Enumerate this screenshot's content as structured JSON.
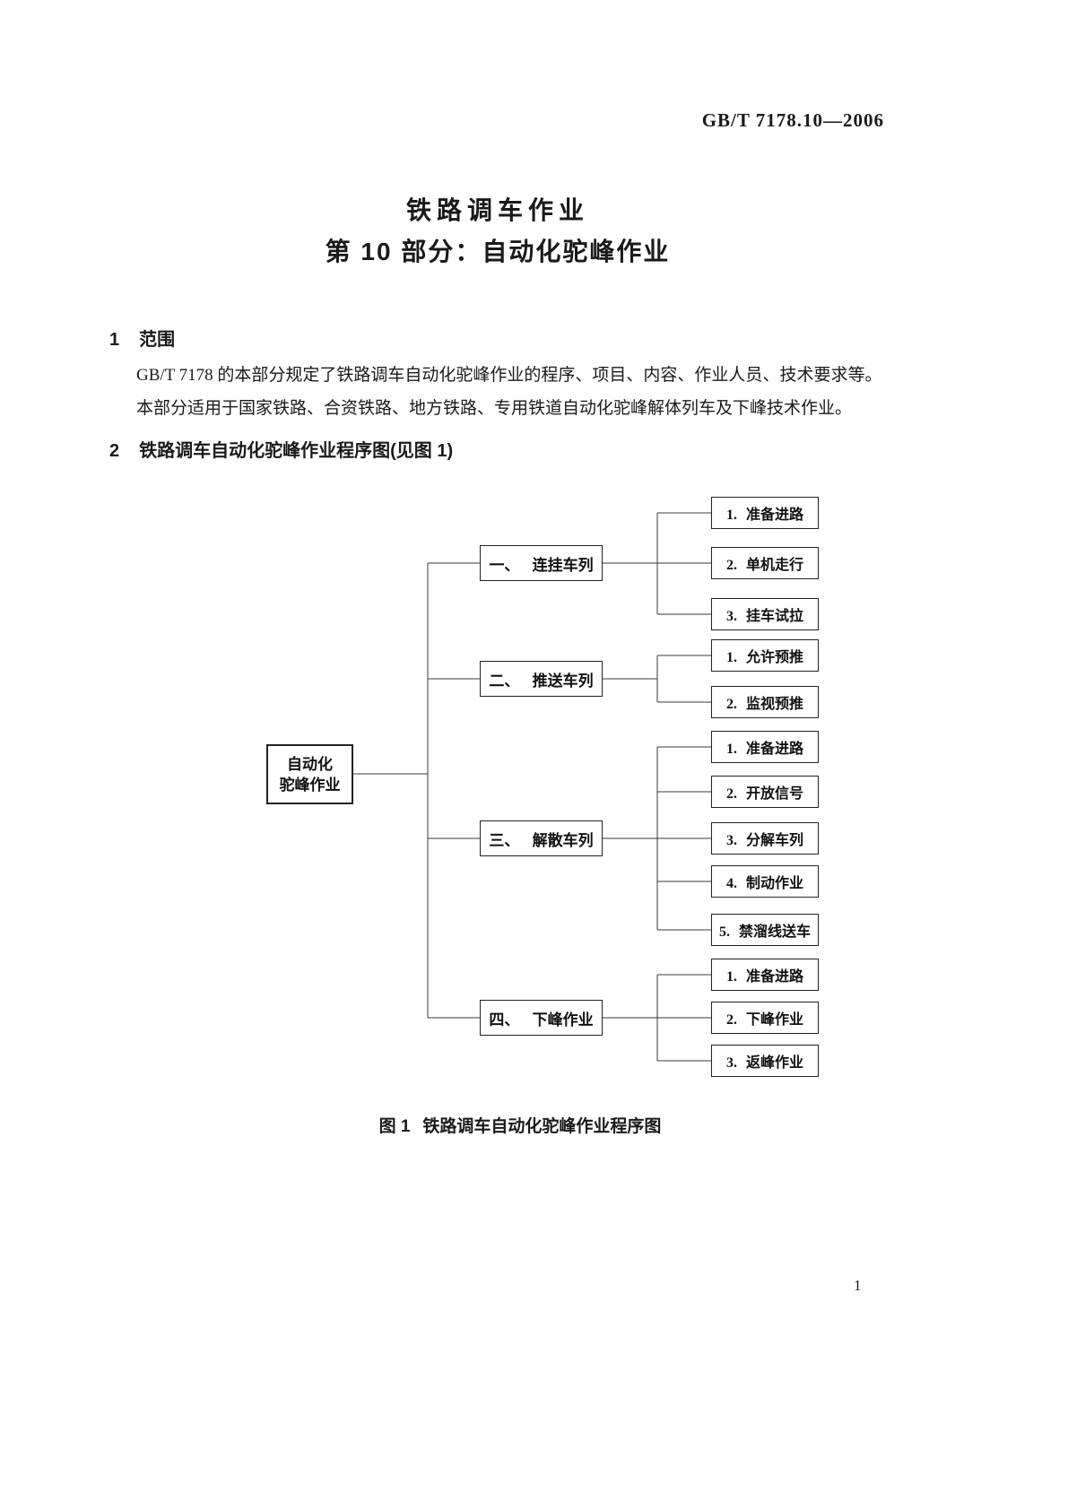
{
  "page": {
    "background": "#ffffff",
    "text_color": "#1a1a1a",
    "page_number": "1"
  },
  "header": {
    "code": "GB/T 7178.10—2006"
  },
  "title": {
    "line1": "铁路调车作业",
    "line2": "第 10 部分：自动化驼峰作业"
  },
  "section1": {
    "number": "1",
    "heading": "范围",
    "lines": [
      "GB/T 7178 的本部分规定了铁路调车自动化驼峰作业的程序、项目、内容、作业人员、技术要求等。",
      "本部分适用于国家铁路、合资铁路、地方铁路、专用铁道自动化驼峰解体列车及下峰技术作业。"
    ]
  },
  "section2": {
    "number": "2",
    "heading": "铁路调车自动化驼峰作业程序图(见图 1)"
  },
  "figure": {
    "caption_label": "图 1",
    "caption_text": "铁路调车自动化驼峰作业程序图",
    "line_color": "#3a3a3a",
    "root": {
      "label": "自动化驼峰作业",
      "lines": [
        "自动化",
        "驼峰作业"
      ]
    },
    "branches": [
      {
        "label": "一、 连挂车列",
        "children": [
          "1. 准备进路",
          "2. 单机走行",
          "3. 挂车试拉"
        ]
      },
      {
        "label": "二、 推送车列",
        "children": [
          "1. 允许预推",
          "2. 监视预推"
        ]
      },
      {
        "label": "三、 解散车列",
        "children": [
          "1. 准备进路",
          "2. 开放信号",
          "3. 分解车列",
          "4. 制动作业",
          "5. 禁溜线送车"
        ]
      },
      {
        "label": "四、 下峰作业",
        "children": [
          "1. 准备进路",
          "2. 下峰作业",
          "3. 返峰作业"
        ]
      }
    ]
  }
}
